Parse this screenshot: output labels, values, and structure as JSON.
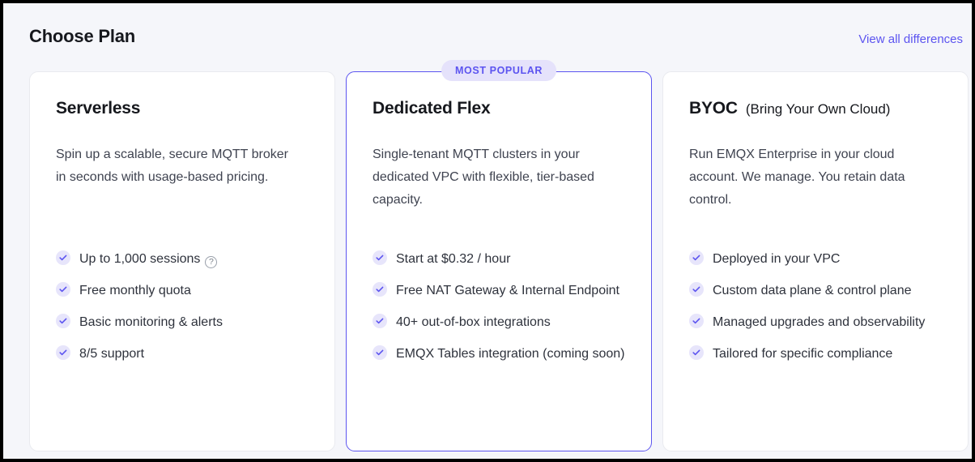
{
  "header": {
    "title": "Choose Plan",
    "view_all_label": "View all differences",
    "link_color": "#5c54f0"
  },
  "badge": {
    "label": "MOST POPULAR",
    "background": "#e5e2fb",
    "color": "#5c54f0"
  },
  "icons": {
    "check": "check-circle-icon",
    "help": "help-circle-icon",
    "help_glyph": "?"
  },
  "plans": [
    {
      "name": "Serverless",
      "name_suffix": "",
      "description": "Spin up a scalable, secure MQTT broker in seconds with usage-based pricing.",
      "highlighted": false,
      "features": [
        {
          "text": "Up to 1,000 sessions",
          "has_help": true
        },
        {
          "text": "Free monthly quota",
          "has_help": false
        },
        {
          "text": "Basic monitoring & alerts",
          "has_help": false
        },
        {
          "text": "8/5 support",
          "has_help": false
        }
      ]
    },
    {
      "name": "Dedicated Flex",
      "name_suffix": "",
      "description": "Single-tenant MQTT clusters in your dedicated VPC with flexible, tier-based capacity.",
      "highlighted": true,
      "features": [
        {
          "text": "Start at $0.32 / hour",
          "has_help": false
        },
        {
          "text": "Free NAT Gateway & Internal Endpoint",
          "has_help": false
        },
        {
          "text": "40+ out-of-box integrations",
          "has_help": false
        },
        {
          "text": "EMQX Tables integration (coming soon)",
          "has_help": false
        }
      ]
    },
    {
      "name": "BYOC",
      "name_suffix": "(Bring Your Own Cloud)",
      "description": "Run EMQX Enterprise in your cloud account. We manage. You retain data control.",
      "highlighted": false,
      "features": [
        {
          "text": "Deployed in your VPC",
          "has_help": false
        },
        {
          "text": "Custom data plane & control plane",
          "has_help": false
        },
        {
          "text": "Managed upgrades and observability",
          "has_help": false
        },
        {
          "text": "Tailored for specific compliance",
          "has_help": false
        }
      ]
    }
  ]
}
